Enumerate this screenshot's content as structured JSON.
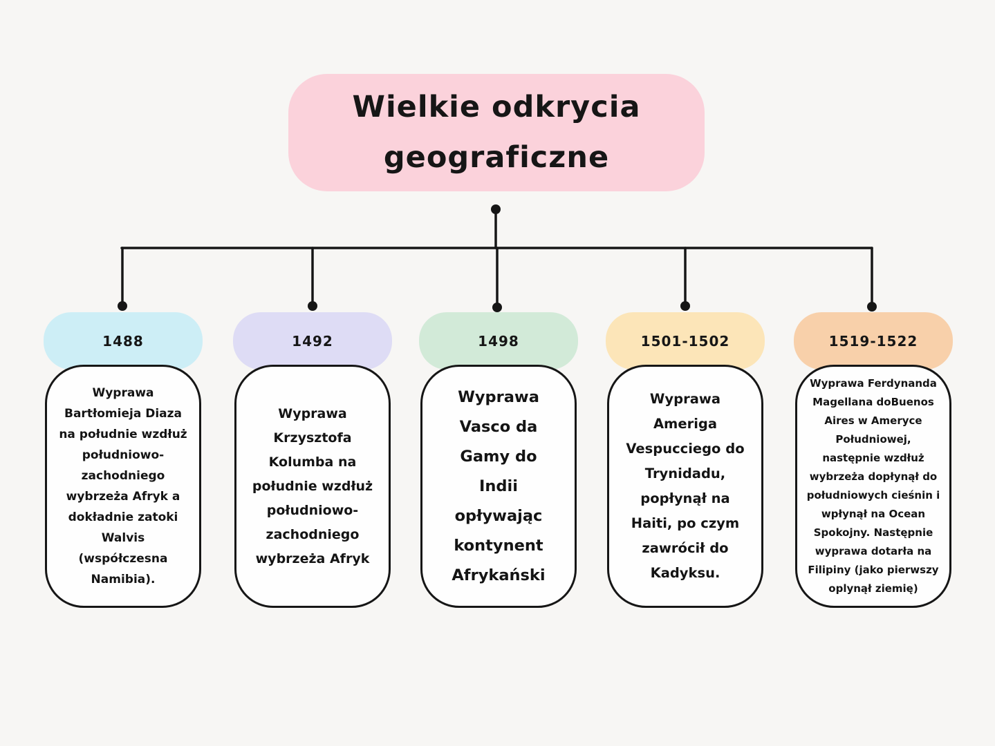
{
  "colors": {
    "background": "#f7f6f4",
    "connector": "#161616",
    "title_bg": "#fbd2db",
    "card_body_bg": "#fefefe",
    "text": "#141414"
  },
  "title": {
    "lines": [
      "Wielkie odkrycia",
      "geograficzne"
    ]
  },
  "cards": [
    {
      "date": "1488",
      "header_color": "#cdeef6",
      "lines": [
        "Wyprawa",
        "Bartłomieja Diaza",
        "na południe wzdłuż",
        "południowo-",
        "zachodniego",
        "wybrzeża Afryk a",
        "dokładnie zatoki",
        "Walvis",
        "(współczesna",
        "Namibia)."
      ]
    },
    {
      "date": "1492",
      "header_color": "#dedcf5",
      "lines": [
        "Wyprawa",
        "Krzysztofa",
        "Kolumba na",
        "południe wzdłuż",
        "południowo-",
        "zachodniego",
        "wybrzeża Afryk"
      ]
    },
    {
      "date": "1498",
      "header_color": "#d2ead8",
      "lines": [
        "Wyprawa",
        "Vasco da",
        "Gamy do",
        "Indii",
        "opływając",
        "kontynent",
        "Afrykański"
      ]
    },
    {
      "date": "1501-1502",
      "header_color": "#fce5b8",
      "lines": [
        "Wyprawa",
        "Ameriga",
        "Vespucciego do",
        "Trynidadu,",
        "popłynął na",
        "Haiti, po czym",
        "zawrócił do",
        "Kadyksu."
      ]
    },
    {
      "date": "1519-1522",
      "header_color": "#f8d0aa",
      "lines": [
        "Wyprawa Ferdynanda",
        "Magellana doBuenos",
        "Aires w Ameryce",
        "Południowej,",
        "następnie wzdłuż",
        "wybrzeża dopłynął do",
        "południowych cieśnin i",
        "wpłynął na Ocean",
        "Spokojny. Następnie",
        "wyprawa dotarła na",
        "Filipiny (jako pierwszy",
        "oplynął ziemię)"
      ]
    }
  ]
}
